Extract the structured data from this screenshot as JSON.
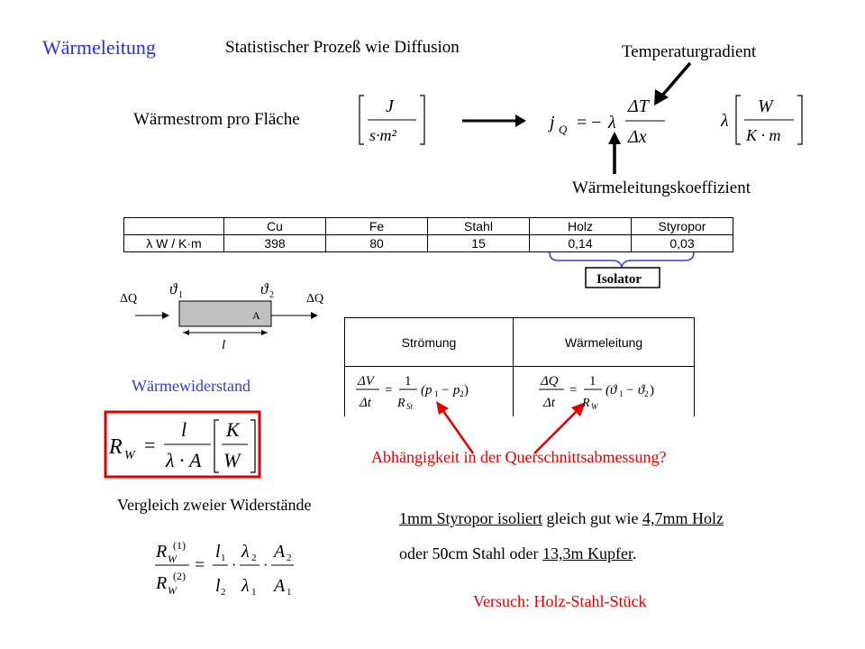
{
  "header": {
    "title": "Wärmeleitung",
    "subtitle": "Statistischer Prozeß wie Diffusion",
    "temp_gradient": "Temperaturgradient"
  },
  "flux": {
    "label": "Wärmestrom pro Fläche",
    "unit_num": "J",
    "unit_den": "s·m²",
    "formula_lhs": "j_Q",
    "formula_num": "ΔT",
    "formula_den": "Δx",
    "lambda": "λ",
    "lambda_unit_num": "W",
    "lambda_unit_den": "K·m",
    "coeff_label": "Wärmeleitungskoeffizient"
  },
  "materials": {
    "row_label": "λ   W / K·m",
    "names": [
      "Cu",
      "Fe",
      "Stahl",
      "Holz",
      "Styropor"
    ],
    "values": [
      "398",
      "80",
      "15",
      "0,14",
      "0,03"
    ],
    "isolator": "Isolator"
  },
  "diagram": {
    "dq_left": "ΔQ",
    "dq_right": "ΔQ",
    "theta1": "ϑ1",
    "theta2": "ϑ2",
    "area": "A",
    "length": "l"
  },
  "resistance": {
    "title": "Wärmewiderstand",
    "formula": "R_W = l / (λ·A) [K/W]"
  },
  "comparison_table": {
    "col1": "Strömung",
    "col2": "Wärmeleitung",
    "formula1": "ΔV/Δt = 1/R_St (p1 − p2)",
    "formula2": "ΔQ/Δt = 1/R_W (ϑ1 − ϑ2)"
  },
  "question": "Abhängigkeit in der Querschnittsabmessung?",
  "compare": {
    "title": "Vergleich zweier Widerstände",
    "formula": "R_W(1)/R_W(2) = l1/l2 · λ2/λ1 · A2/A1"
  },
  "statement": {
    "part1": "1mm Styropor isoliert",
    "part2": " gleich gut wie ",
    "part3": "4,7mm Holz",
    "part4": "oder 50cm Stahl oder ",
    "part5": "13,3m Kupfer",
    "part6": "."
  },
  "experiment": "Versuch: Holz-Stahl-Stück",
  "colors": {
    "title": "#2f2fd0",
    "red": "#e00000",
    "isolator_brace": "#3a3ad0"
  }
}
